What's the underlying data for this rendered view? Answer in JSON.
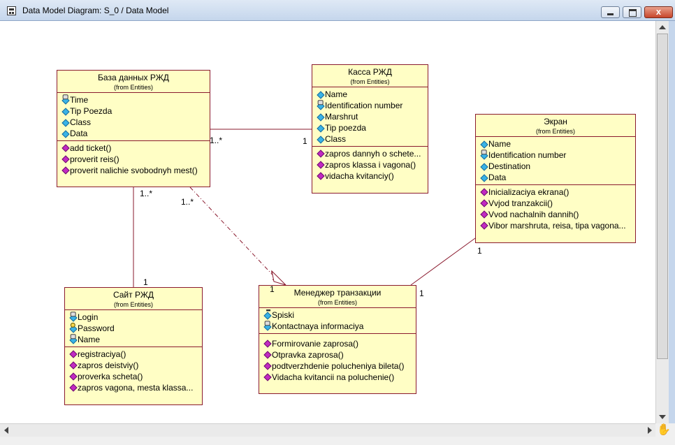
{
  "window": {
    "title": "Data Model Diagram: S_0 / Data Model",
    "close_label": "x"
  },
  "colors": {
    "class_fill": "#fffec5",
    "class_border": "#8a1a2e",
    "association": "#8a1a2e",
    "attribute_icon": "#39b3e6",
    "operation_icon": "#c22ac2"
  },
  "classes": {
    "rzd_db": {
      "name": "База данных РЖД",
      "from": "(from Entities)",
      "attributes": [
        {
          "text": "Time",
          "icon": "lock-icon"
        },
        {
          "text": "Tip Poezda",
          "icon": "attribute-icon"
        },
        {
          "text": "Class",
          "icon": "attribute-icon"
        },
        {
          "text": "Data",
          "icon": "attribute-icon"
        }
      ],
      "operations": [
        "add ticket()",
        "proverit reis()",
        "proverit nalichie svobodnyh mest()"
      ]
    },
    "kassa": {
      "name": "Касса РЖД",
      "from": "(from Entities)",
      "attributes": [
        {
          "text": "Name",
          "icon": "attribute-icon"
        },
        {
          "text": "Identification number",
          "icon": "lock-icon"
        },
        {
          "text": "Marshrut",
          "icon": "attribute-icon"
        },
        {
          "text": "Tip poezda",
          "icon": "attribute-icon"
        },
        {
          "text": "Class",
          "icon": "attribute-icon"
        }
      ],
      "operations": [
        "zapros dannyh o schete...",
        "zapros klassa i vagona()",
        "vidacha kvitanciy()"
      ]
    },
    "ekran": {
      "name": "Экран",
      "from": "(from Entities)",
      "attributes": [
        {
          "text": "Name",
          "icon": "attribute-icon"
        },
        {
          "text": "Identification number",
          "icon": "lock-icon"
        },
        {
          "text": "Destination",
          "icon": "attribute-icon"
        },
        {
          "text": "Data",
          "icon": "attribute-icon"
        }
      ],
      "operations": [
        "Inicializaciya ekrana()",
        "Vvjod tranzakcii()",
        "Vvod nachalnih dannih()",
        "Vibor marshruta, reisa, tipa vagona..."
      ]
    },
    "site": {
      "name": "Сайт РЖД",
      "from": "(from Entities)",
      "attributes": [
        {
          "text": "Login",
          "icon": "lock-icon"
        },
        {
          "text": "Password",
          "icon": "key-icon"
        },
        {
          "text": "Name",
          "icon": "lock-icon"
        }
      ],
      "operations": [
        "registraciya()",
        "zapros deistviy()",
        "proverka scheta()",
        "zapros vagona, mesta klassa..."
      ]
    },
    "manager": {
      "name": "Менеджер транзакции",
      "from": "(from Entities)",
      "attributes": [
        {
          "text": "Spiski",
          "icon": "public-icon"
        },
        {
          "text": "Kontactnaya informaciya",
          "icon": "lock-icon"
        }
      ],
      "operations": [
        "Formirovanie zaprosa()",
        "Otpravka zaprosa()",
        "podtverzhdenie polucheniya bileta()",
        "Vidacha kvitancii na poluchenie()"
      ]
    }
  },
  "multiplicities": {
    "db_kassa_db": "1..*",
    "db_kassa_kassa": "1",
    "db_site_db": "1..*",
    "db_site_site": "1",
    "db_manager_db": "1..*",
    "db_manager_manager": "1",
    "ekran_manager_ekran": "1",
    "ekran_manager_manager": "1"
  }
}
